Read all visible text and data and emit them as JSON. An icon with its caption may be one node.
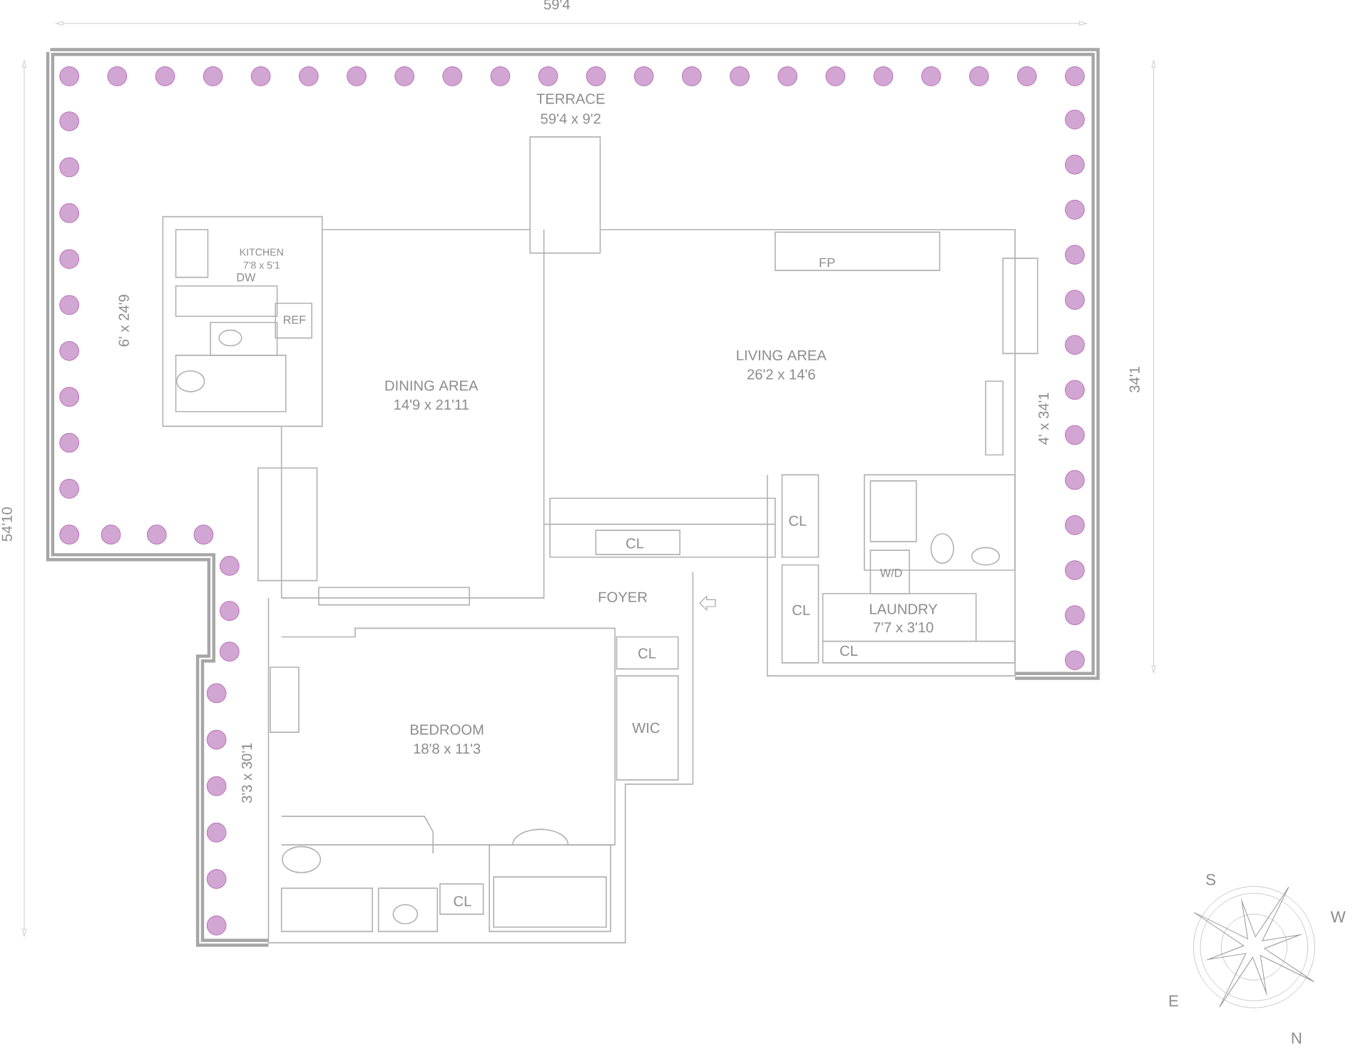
{
  "diagram": {
    "labels": [
      "59'4",
      "TERRACE",
      "59'4 x 9'2",
      "KITCHEN",
      "7'8 x 5'1",
      "DW",
      "FP",
      "REF",
      "6' x 24'9",
      "LIVING AREA",
      "26'2 x 14'6",
      "34'1",
      "DINING AREA",
      "14'9 x 21'11",
      "4' x 34'1",
      "CL",
      "CL",
      "W/D",
      "54'10",
      "FOYER",
      "CL",
      "LAUNDRY",
      "7'7 x 3'10",
      "CL",
      "CL",
      "WIC",
      "BEDROOM",
      "18'8 x 11'3",
      "3'3 x 30'1",
      "CL",
      "S",
      "W",
      "E",
      "N"
    ]
  }
}
